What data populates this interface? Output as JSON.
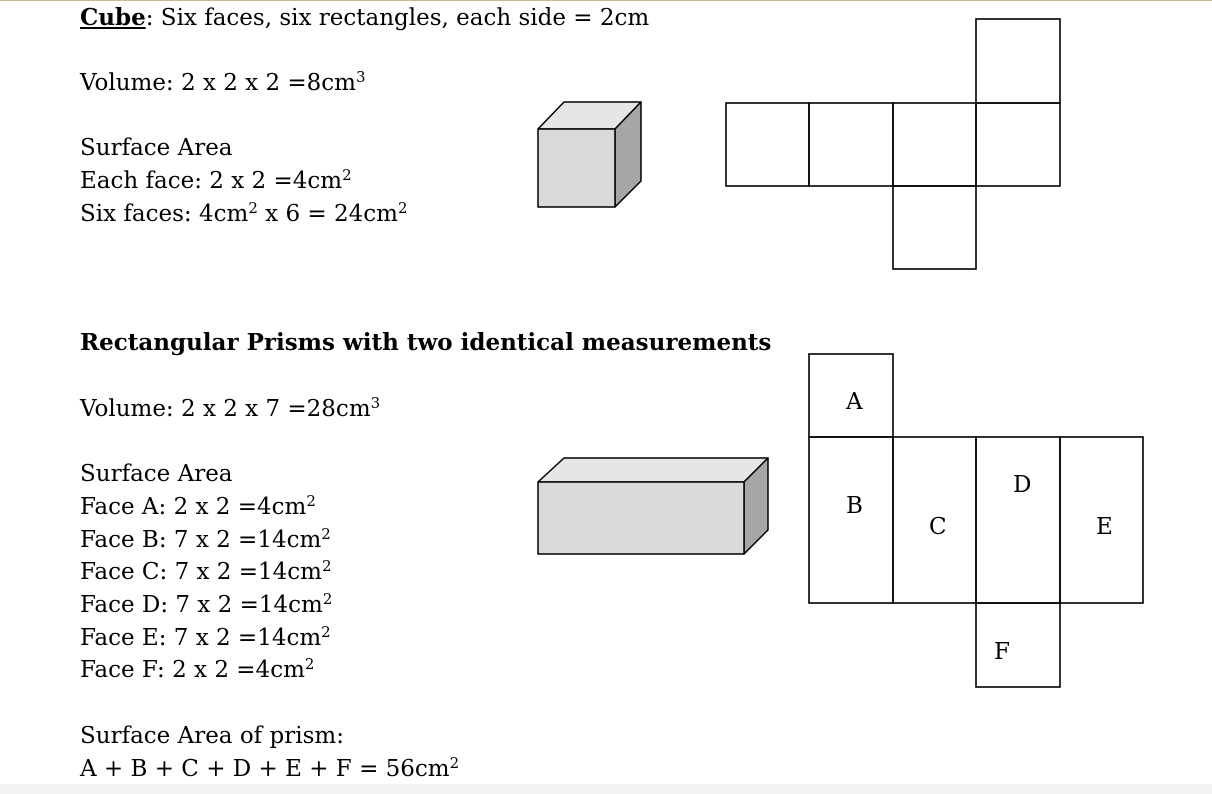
{
  "cube": {
    "title": "Cube",
    "description": ": Six faces, six rectangles, each side = 2cm",
    "volume": "Volume: 2 x 2 x 2 =8cm",
    "volume_exp": "3",
    "surface_area_heading": "Surface Area",
    "each_face": "Each face: 2 x 2 =4cm",
    "each_face_exp": "2",
    "six_faces_a": "Six faces: 4cm",
    "six_faces_exp_a": "2",
    "six_faces_b": " x 6 = 24cm",
    "six_faces_exp_b": "2"
  },
  "prism": {
    "title": "Rectangular Prisms with two identical measurements",
    "volume": "Volume: 2 x 2 x 7 =28cm",
    "volume_exp": "3",
    "surface_area_heading": "Surface Area",
    "faces": [
      {
        "text": "Face A: 2 x 2 =4cm",
        "exp": "2"
      },
      {
        "text": "Face B: 7 x 2 =14cm",
        "exp": "2"
      },
      {
        "text": "Face C: 7 x 2 =14cm",
        "exp": "2"
      },
      {
        "text": "Face D: 7 x 2 =14cm",
        "exp": "2"
      },
      {
        "text": "Face E: 7 x 2 =14cm",
        "exp": "2"
      },
      {
        "text": "Face F: 2 x 2 =4cm",
        "exp": "2"
      }
    ],
    "total_heading": "Surface Area of prism:",
    "total": "A + B + C + D + E + F = 56cm",
    "total_exp": "2",
    "net_labels": {
      "a": "A",
      "b": "B",
      "c": "C",
      "d": "D",
      "e": "E",
      "f": "F"
    }
  },
  "colors": {
    "shape_front": "#d9d9d9",
    "shape_top": "#e6e6e6",
    "shape_side": "#a6a6a6",
    "outline": "#000000"
  }
}
